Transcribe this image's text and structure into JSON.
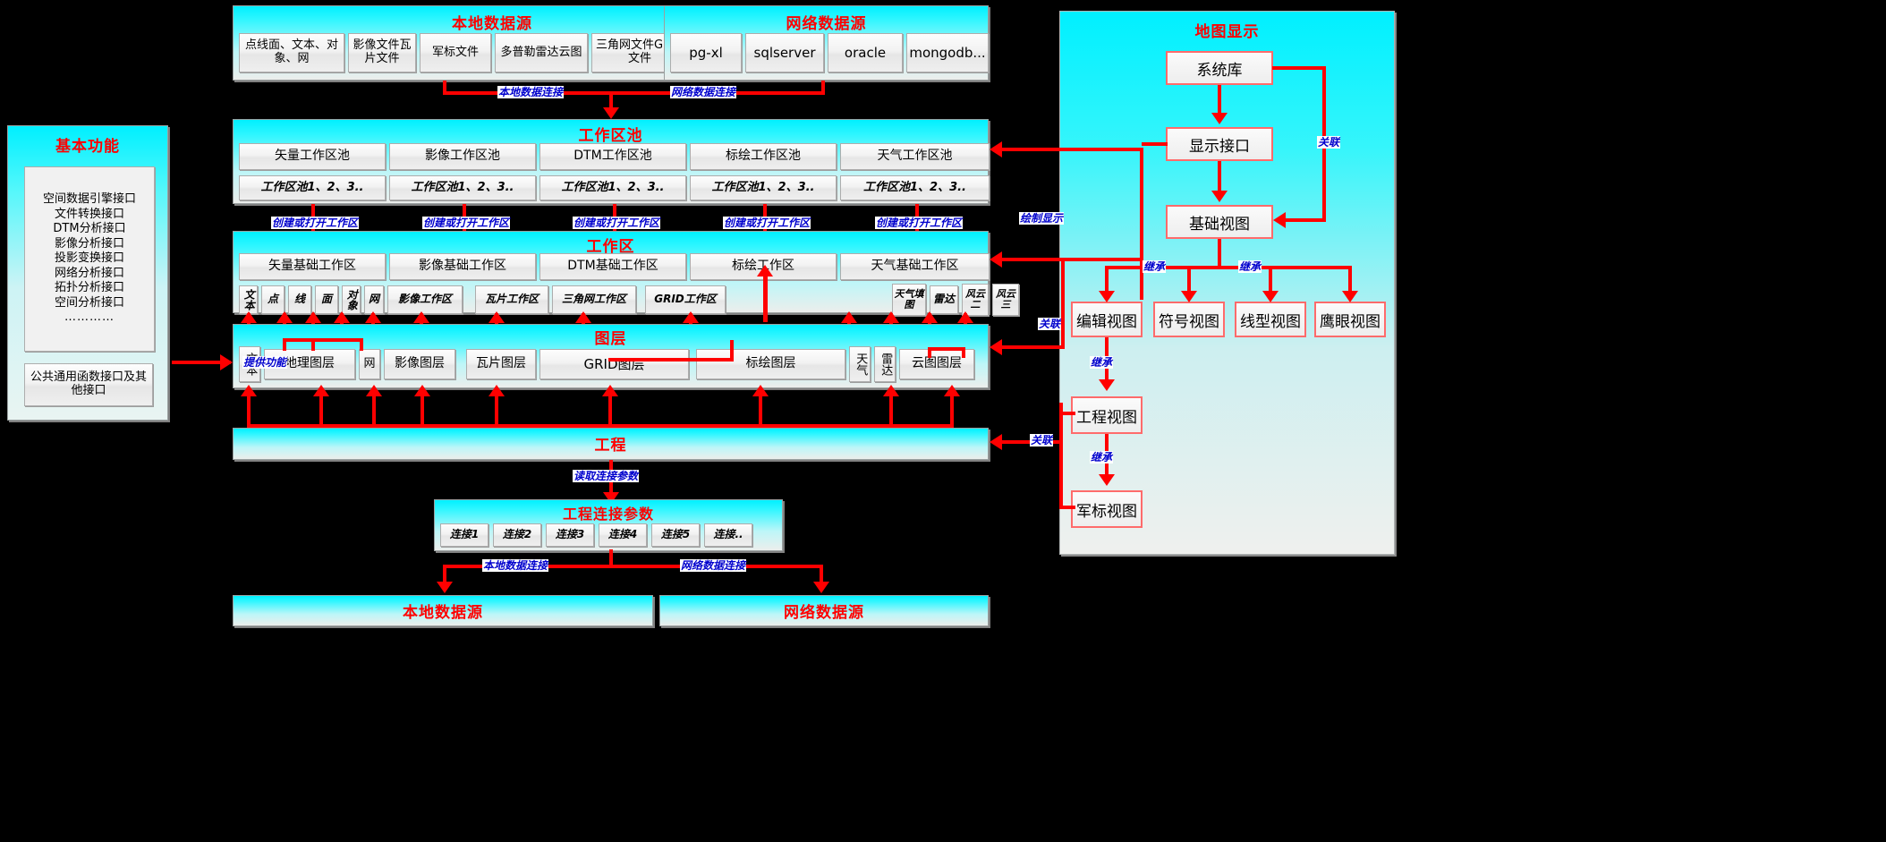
{
  "left_panel": {
    "title": "基本功能",
    "interfaces": [
      "空间数据引擎接口",
      "文件转换接口",
      "DTM分析接口",
      "影像分析接口",
      "投影变换接口",
      "网络分析接口",
      "拓扑分析接口",
      "空间分析接口",
      "…………"
    ],
    "common_box": "公共通用函数接口及其他接口"
  },
  "local_source_top": {
    "title": "本地数据源",
    "items": [
      "点线面、文本、对象、网",
      "影像文件瓦片文件",
      "军标文件",
      "多普勒雷达云图",
      "三角网文件GRID文件"
    ]
  },
  "net_source_top": {
    "title": "网络数据源",
    "items": [
      "pg-xl",
      "sqlserver",
      "oracle",
      "mongodb..."
    ]
  },
  "pool": {
    "title": "工作区池",
    "items": [
      "矢量工作区池",
      "影像工作区池",
      "DTM工作区池",
      "标绘工作区池",
      "天气工作区池"
    ],
    "sub": [
      "工作区池1、2、3..",
      "工作区池1、2、3..",
      "工作区池1、2、3..",
      "工作区池1、2、3..",
      "工作区池1、2、3.."
    ]
  },
  "workspace": {
    "title": "工作区",
    "bases": [
      "矢量基础工作区",
      "影像基础工作区",
      "DTM基础工作区",
      "标绘工作区",
      "天气基础工作区"
    ],
    "small": [
      "文本",
      "点",
      "线",
      "面",
      "对象",
      "网",
      "影像工作区",
      "瓦片工作区",
      "三角网工作区",
      "GRID工作区",
      "天气填图",
      "雷达",
      "风云二",
      "风云三"
    ]
  },
  "layer": {
    "title": "图层",
    "items": [
      "文本",
      "地理图层",
      "网",
      "影像图层",
      "瓦片图层",
      "GRID图层",
      "标绘图层",
      "天气",
      "雷达",
      "云图图层"
    ]
  },
  "project": {
    "title": "工程"
  },
  "conn_params": {
    "title": "工程连接参数",
    "items": [
      "连接1",
      "连接2",
      "连接3",
      "连接4",
      "连接5",
      "连接.."
    ]
  },
  "local_source_bottom": {
    "title": "本地数据源"
  },
  "net_source_bottom": {
    "title": "网络数据源"
  },
  "map_panel": {
    "title": "地图显示",
    "nodes": {
      "system_lib": "系统库",
      "display_api": "显示接口",
      "base_view": "基础视图",
      "edit_view": "编辑视图",
      "symbol_view": "符号视图",
      "line_view": "线型视图",
      "eagle_view": "鹰眼视图",
      "project_view": "工程视图",
      "military_view": "军标视图"
    }
  },
  "edge_labels": {
    "local_data_conn": "本地数据连接",
    "net_data_conn": "网络数据连接",
    "create_or_open_ws": "创建或打开工作区",
    "provide_func": "提供功能",
    "read_conn_params": "读取连接参数",
    "draw_display": "绘制显示",
    "relate": "关联",
    "inherit": "继承"
  },
  "colors": {
    "accent_red": "#ff0000",
    "label_blue": "#0000cd",
    "panel_cyan": "#00f0ff",
    "node_border": "#ff6b6b"
  }
}
